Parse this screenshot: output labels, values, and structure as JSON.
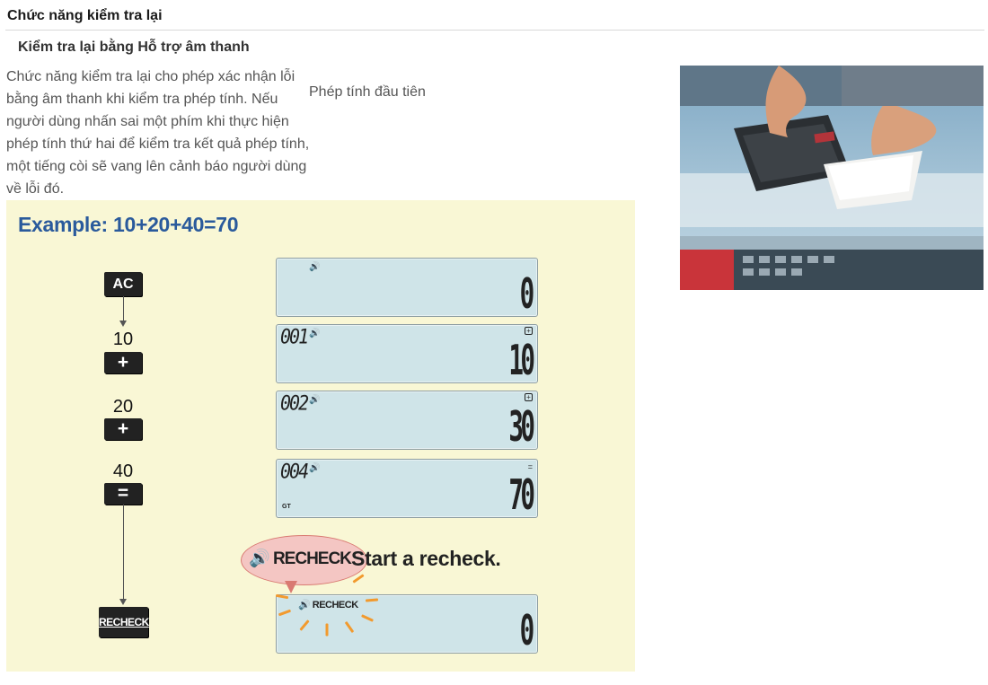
{
  "header": {
    "title": "Chức năng kiểm tra lại",
    "subtitle": "Kiểm tra lại bằng Hỗ trợ âm thanh"
  },
  "description": "Chức năng kiểm tra lại cho phép xác nhận lỗi bằng âm thanh khi kiểm tra phép tính. Nếu người dùng nhấn sai một phím khi thực hiện phép tính thứ hai để kiểm tra kết quả phép tính, một tiếng còi sẽ vang lên cảnh báo người dùng về lỗi đó.",
  "first_calc_label": "Phép tính đầu tiên",
  "example": {
    "title": "Example: 10+20+40=70",
    "keys": {
      "ac": "AC",
      "plus1": "+",
      "plus2": "+",
      "equals": "=",
      "recheck": "RECHECK"
    },
    "inputs": [
      "10",
      "20",
      "40"
    ],
    "displays": [
      {
        "counter": "",
        "value": "0"
      },
      {
        "counter": "001",
        "value": "10"
      },
      {
        "counter": "002",
        "value": "30"
      },
      {
        "counter": "004",
        "value": "70",
        "gt": "GT"
      },
      {
        "counter": "",
        "value": "0",
        "recheck": "RECHECK"
      }
    ],
    "bubble_label": "RECHECK",
    "callout": "Start a recheck."
  },
  "icons": {
    "speaker": "speaker-icon"
  }
}
